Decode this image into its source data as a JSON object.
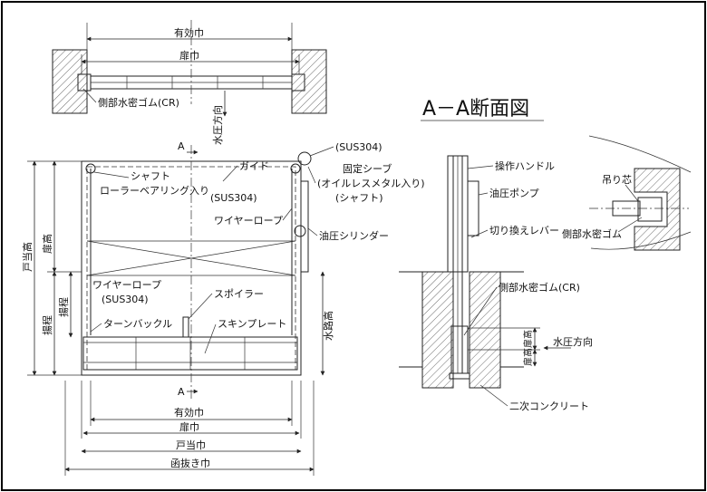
{
  "title": "A－A断面図",
  "plan": {
    "effective_width": "有効巾",
    "door_width": "扉巾",
    "side_rubber": "側部水密ゴム(CR)",
    "water_direction": "水圧方向"
  },
  "front": {
    "section_mark_top": "A",
    "section_mark_bottom": "A",
    "shaft": "シャフト",
    "roller_bearing": "ローラーベアリング入り",
    "guide": "ガイド",
    "guide_material": "(SUS304)",
    "wire_rope_upper": "ワイヤーロープ",
    "top_material": "(SUS304)",
    "fixed_sheave": "固定シーブ",
    "oilless_metal": "(オイルレスメタル入り)",
    "shaft_paren": "(シャフト)",
    "hydraulic_cylinder": "油圧シリンダー",
    "wire_rope_lower": "ワイヤーロープ",
    "lower_material": "(SUS304)",
    "spoiler": "スポイラー",
    "turnbuckle": "ターンバックル",
    "skin_plate": "スキンプレート",
    "door_height_vertical": "戸当高",
    "door_height_short": "扉高",
    "lift": "揚程",
    "lift_short": "揚程",
    "channel_height": "水路高",
    "bottom_effective": "有効巾",
    "bottom_door": "扉巾",
    "bottom_stop": "戸当巾",
    "bottom_opening": "函抜き巾"
  },
  "section": {
    "operating_handle": "操作ハンドル",
    "hydraulic_pump": "油圧ポンプ",
    "switch_lever": "切り換えレバー",
    "side_rubber_cr": "側部水密ゴム(CR)",
    "door_height": "扉高",
    "door_height2": "扉高",
    "water_direction": "水圧方向",
    "secondary_concrete": "二次コンクリート"
  },
  "detail": {
    "hanging_core": "吊り芯",
    "side_rubber": "側部水密ゴム"
  }
}
